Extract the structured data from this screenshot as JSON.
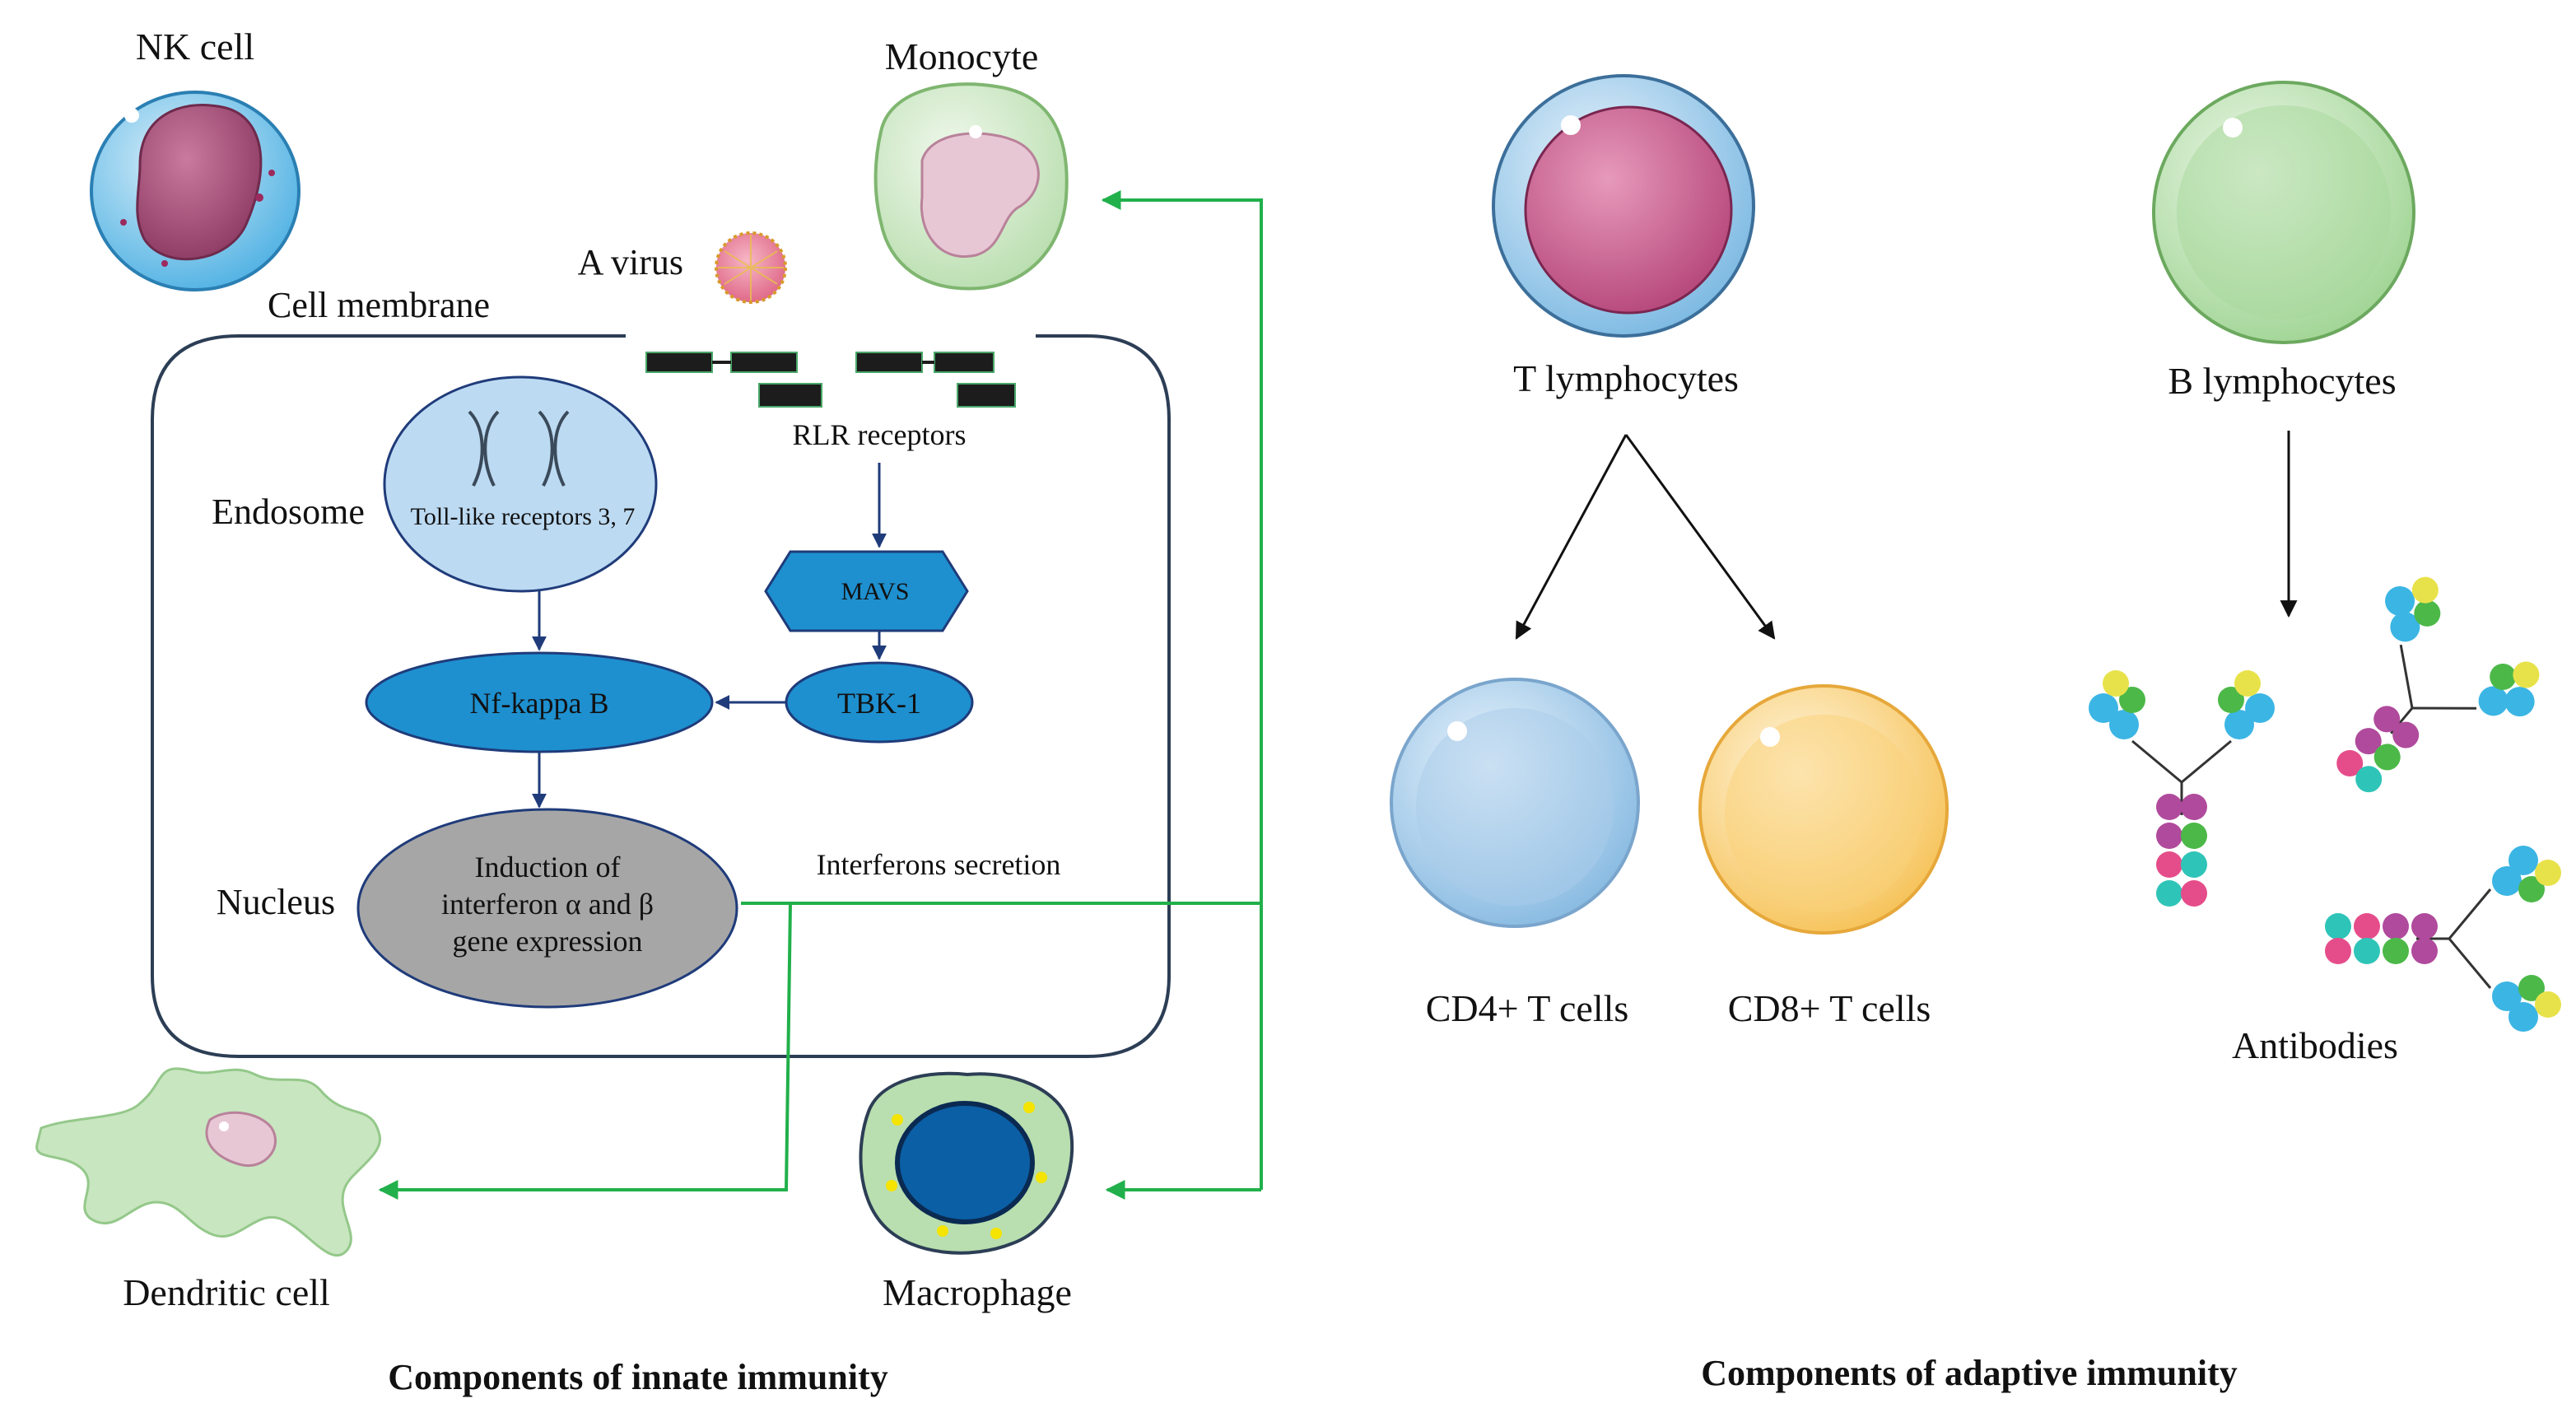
{
  "innate": {
    "caption": "Components of innate immunity",
    "nk_cell": "NK cell",
    "monocyte": "Monocyte",
    "virus": "A virus",
    "cell_membrane": "Cell membrane",
    "endosome": "Endosome",
    "tlr": "Toll-like receptors 3, 7",
    "rlr": "RLR receptors",
    "mavs": "MAVS",
    "nfkb": "Nf-kappa B",
    "tbk1": "TBK-1",
    "nucleus": "Nucleus",
    "induction_lines": [
      "Induction of",
      "interferon α and β",
      "gene expression"
    ],
    "secretion": "Interferons secretion",
    "dendritic": "Dendritic cell",
    "macrophage": "Macrophage"
  },
  "adaptive": {
    "caption": "Components of adaptive immunity",
    "t_lymph": "T lymphocytes",
    "b_lymph": "B lymphocytes",
    "cd4": "CD4+ T cells",
    "cd8": "CD8+ T cells",
    "antibodies": "Antibodies"
  },
  "colors": {
    "signal_box": "#1e90cf",
    "endosome": "#bcdaf2",
    "nucleus": "#a6a6a6",
    "secretion_arrow": "#21b04b",
    "pathway_arrow": "#1f3b7a"
  }
}
